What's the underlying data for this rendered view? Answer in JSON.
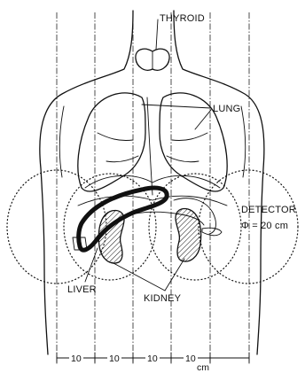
{
  "labels": {
    "thyroid": "THYROID",
    "lung": "LUNG",
    "detector": "DETECTOR",
    "detector_size": "Φ = 20 cm",
    "liver": "LIVER",
    "kidney": "KIDNEY"
  },
  "scale": {
    "seg1": "10",
    "seg2": "10",
    "seg3": "10",
    "seg4": "10",
    "unit": "cm"
  }
}
